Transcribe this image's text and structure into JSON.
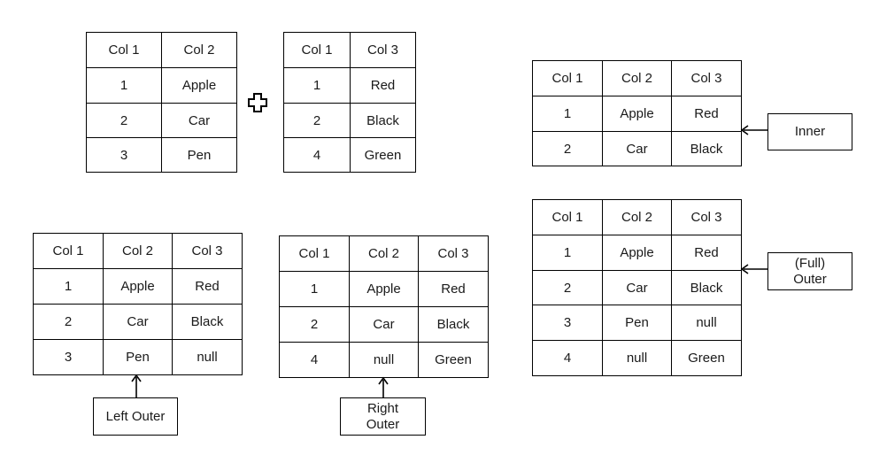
{
  "tables": {
    "left_input": {
      "headers": [
        "Col 1",
        "Col 2"
      ],
      "rows": [
        [
          "1",
          "Apple"
        ],
        [
          "2",
          "Car"
        ],
        [
          "3",
          "Pen"
        ]
      ]
    },
    "right_input": {
      "headers": [
        "Col 1",
        "Col 3"
      ],
      "rows": [
        [
          "1",
          "Red"
        ],
        [
          "2",
          "Black"
        ],
        [
          "4",
          "Green"
        ]
      ]
    },
    "inner": {
      "headers": [
        "Col 1",
        "Col 2",
        "Col 3"
      ],
      "rows": [
        [
          "1",
          "Apple",
          "Red"
        ],
        [
          "2",
          "Car",
          "Black"
        ]
      ]
    },
    "full_outer": {
      "headers": [
        "Col 1",
        "Col 2",
        "Col 3"
      ],
      "rows": [
        [
          "1",
          "Apple",
          "Red"
        ],
        [
          "2",
          "Car",
          "Black"
        ],
        [
          "3",
          "Pen",
          "null"
        ],
        [
          "4",
          "null",
          "Green"
        ]
      ]
    },
    "left_outer": {
      "headers": [
        "Col 1",
        "Col 2",
        "Col 3"
      ],
      "rows": [
        [
          "1",
          "Apple",
          "Red"
        ],
        [
          "2",
          "Car",
          "Black"
        ],
        [
          "3",
          "Pen",
          "null"
        ]
      ]
    },
    "right_outer": {
      "headers": [
        "Col 1",
        "Col 2",
        "Col 3"
      ],
      "rows": [
        [
          "1",
          "Apple",
          "Red"
        ],
        [
          "2",
          "Car",
          "Black"
        ],
        [
          "4",
          "null",
          "Green"
        ]
      ]
    }
  },
  "labels": {
    "inner": "Inner",
    "full_outer": [
      "(Full)",
      "Outer"
    ],
    "left_outer": "Left Outer",
    "right_outer": [
      "Right",
      "Outer"
    ]
  },
  "icons": {
    "join_operator": "plus-outline-icon"
  }
}
